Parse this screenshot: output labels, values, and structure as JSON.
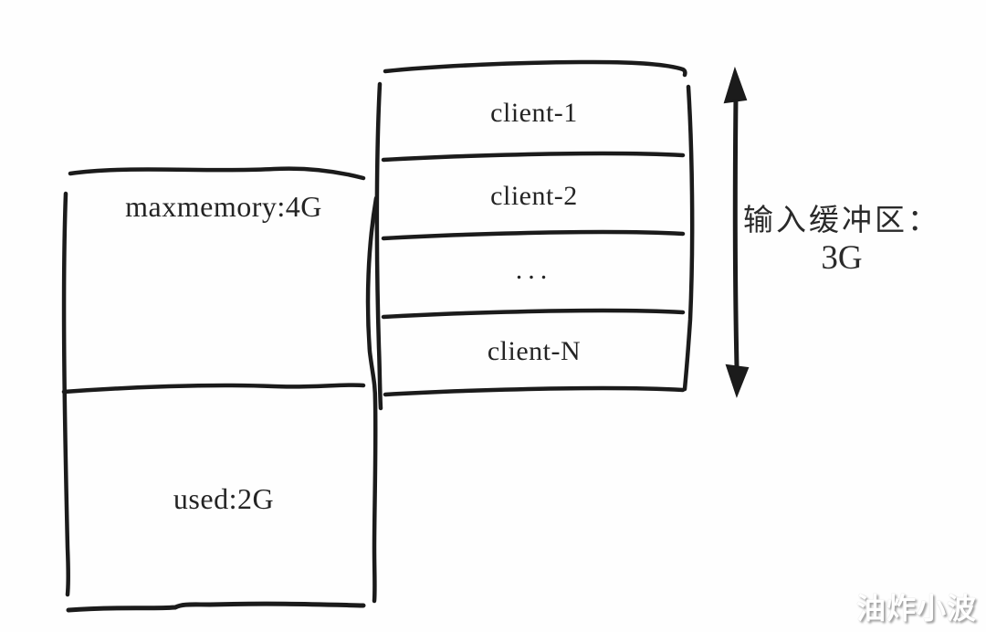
{
  "diagram": {
    "maxmemory_box": {
      "max_label": "maxmemory:4G",
      "used_label": "used:2G"
    },
    "client_stack": {
      "rows": [
        "client-1",
        "client-2",
        "...",
        "client-N"
      ]
    },
    "buffer_annotation": {
      "title": "输入缓冲区：",
      "size": "3G"
    },
    "watermark": "油炸小波"
  },
  "colors": {
    "line": "#1b1b1b",
    "text": "#242424",
    "background": "#fefefe",
    "watermark_fill": "#ffffff",
    "watermark_shadow": "#9e9e9e"
  }
}
